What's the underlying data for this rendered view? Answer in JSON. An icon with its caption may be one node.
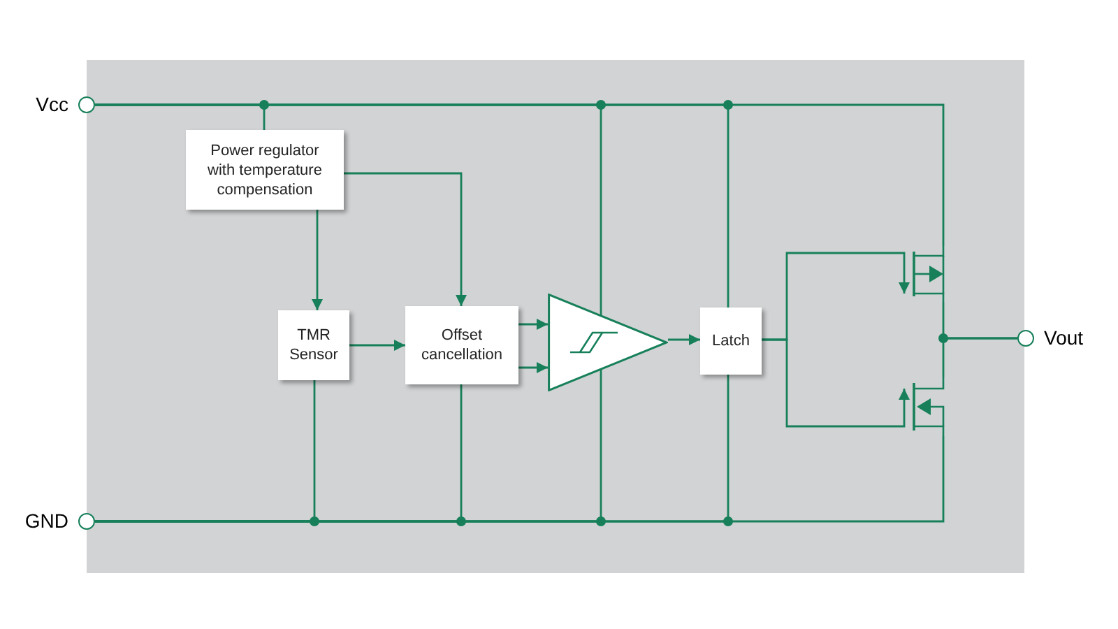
{
  "diagram": {
    "nodes": [
      {
        "text": [],
        "shape": "circle",
        "beside": [
          "Vcc"
        ]
      },
      {
        "text": [],
        "shape": "circle",
        "beside": [
          "GND"
        ]
      },
      {
        "text": [
          "Power regulator with temperature compensation"
        ]
      },
      {
        "text": [
          "TMR Sensor"
        ]
      },
      {
        "text": [
          "Offset cancellation"
        ]
      },
      {
        "text": [],
        "shape": "triangle"
      },
      {
        "text": [
          "Latch"
        ]
      },
      {
        "text": [],
        "shape": "transistor"
      },
      {
        "text": [],
        "shape": "transistor"
      },
      {
        "text": [],
        "shape": "circle",
        "beside": [
          "Vout"
        ]
      }
    ],
    "edges": [
      {
        "from": 0,
        "to": 2,
        "arrow": "none"
      },
      {
        "from": 0,
        "to": 5,
        "arrow": "none"
      },
      {
        "from": 0,
        "to": 6,
        "arrow": "none"
      },
      {
        "from": 0,
        "to": 7,
        "arrow": "none"
      },
      {
        "from": 1,
        "to": 3,
        "arrow": "none"
      },
      {
        "from": 1,
        "to": 4,
        "arrow": "none"
      },
      {
        "from": 1,
        "to": 5,
        "arrow": "none"
      },
      {
        "from": 1,
        "to": 6,
        "arrow": "none"
      },
      {
        "from": 1,
        "to": 8,
        "arrow": "none"
      },
      {
        "from": 2,
        "to": 3,
        "arrow": "to"
      },
      {
        "from": 2,
        "to": 4,
        "arrow": "to"
      },
      {
        "from": 3,
        "to": 4,
        "arrow": "to"
      },
      {
        "from": 4,
        "to": 5,
        "arrow": "to"
      },
      {
        "from": 4,
        "to": 5,
        "arrow": "to"
      },
      {
        "from": 5,
        "to": 6,
        "arrow": "to"
      },
      {
        "from": 6,
        "to": 7,
        "arrow": "to"
      },
      {
        "from": 6,
        "to": 8,
        "arrow": "to"
      },
      {
        "from": 7,
        "to": 9,
        "arrow": "none"
      },
      {
        "from": 8,
        "to": 9,
        "arrow": "none"
      }
    ]
  }
}
